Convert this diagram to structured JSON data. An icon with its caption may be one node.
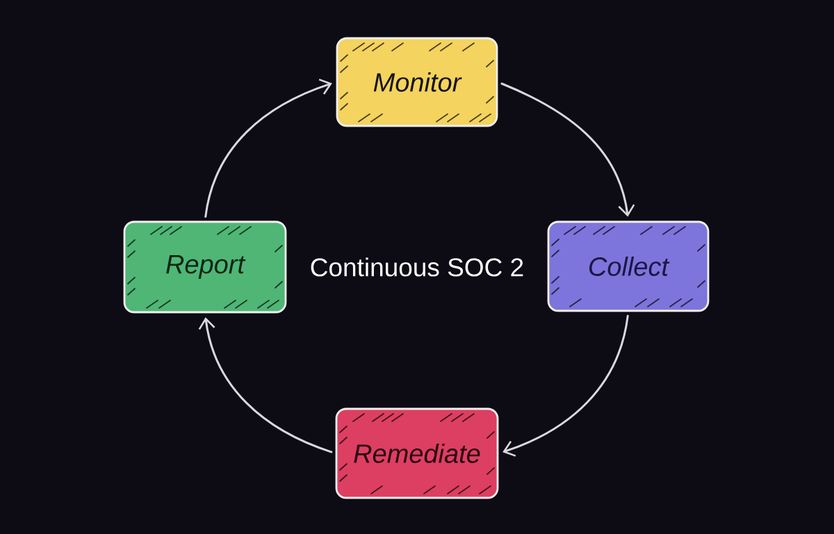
{
  "diagram": {
    "nodes": [
      {
        "text": [
          "Monitor"
        ]
      },
      {
        "text": [
          "Collect"
        ]
      },
      {
        "text": [
          "Remediate"
        ]
      },
      {
        "text": [
          "Report"
        ]
      }
    ],
    "edges": [
      {
        "from": 0,
        "to": 1,
        "arrow": "to"
      },
      {
        "from": 1,
        "to": 2,
        "arrow": "to"
      },
      {
        "from": 2,
        "to": 3,
        "arrow": "to"
      },
      {
        "from": 3,
        "to": 0,
        "arrow": "to"
      }
    ],
    "labels": [
      "Continuous SOC 2"
    ]
  }
}
